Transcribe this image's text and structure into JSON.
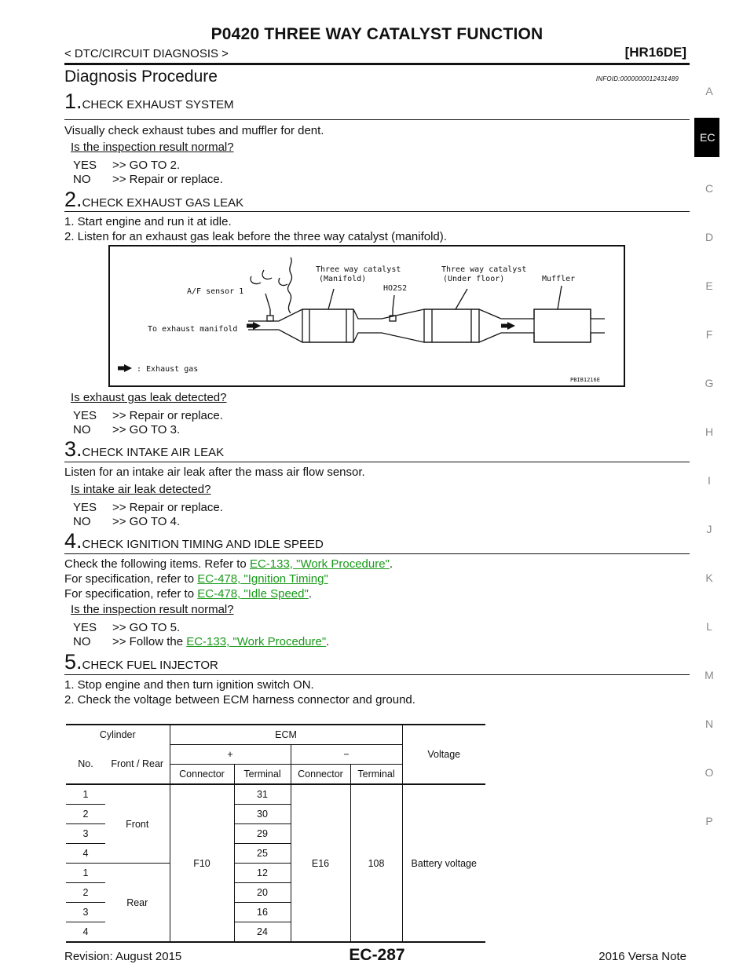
{
  "header": {
    "title": "P0420 THREE WAY CATALYST FUNCTION",
    "breadcrumb": "< DTC/CIRCUIT DIAGNOSIS >",
    "model": "[HR16DE]"
  },
  "section": {
    "title": "Diagnosis Procedure",
    "infoid": "INFOID:0000000012431489"
  },
  "side_index": {
    "letters": [
      "A",
      "C",
      "D",
      "E",
      "F",
      "G",
      "H",
      "I",
      "J",
      "K",
      "L",
      "M",
      "N",
      "O",
      "P"
    ],
    "active": "EC"
  },
  "steps": [
    {
      "num": "1.",
      "title": "CHECK EXHAUST SYSTEM",
      "lines": [
        "Visually check exhaust tubes and muffler for dent."
      ],
      "question": "Is the inspection result normal?",
      "yes_key": "YES",
      "yes": ">> GO TO 2.",
      "no_key": "NO",
      "no": ">> Repair or replace."
    },
    {
      "num": "2.",
      "title": "CHECK EXHAUST GAS LEAK",
      "lines": [
        "1.   Start engine and run it at idle.",
        "2.   Listen for an exhaust gas leak before the three way catalyst (manifold)."
      ],
      "question": "Is exhaust gas leak detected?",
      "yes_key": "YES",
      "yes": ">> Repair or replace.",
      "no_key": "NO",
      "no": ">> GO TO 3."
    },
    {
      "num": "3.",
      "title": "CHECK INTAKE AIR LEAK",
      "lines": [
        "Listen for an intake air leak after the mass air flow sensor."
      ],
      "question": "Is intake air leak detected?",
      "yes_key": "YES",
      "yes": ">> Repair or replace.",
      "no_key": "NO",
      "no": ">> GO TO 4."
    },
    {
      "num": "4.",
      "title": "CHECK IGNITION TIMING AND IDLE SPEED",
      "line1_pre": "Check the following items. Refer to ",
      "line1_link": "EC-133, \"Work Procedure\"",
      "line1_post": ".",
      "line2_pre": "For specification, refer to ",
      "line2_link": "EC-478, \"Ignition Timing\"",
      "line3_pre": "For specification, refer to ",
      "line3_link": "EC-478, \"Idle Speed\"",
      "line3_post": ".",
      "question": "Is the inspection result normal?",
      "yes_key": "YES",
      "yes": ">> GO TO 5.",
      "no_key": "NO",
      "no_pre": ">> Follow the ",
      "no_link": "EC-133, \"Work Procedure\"",
      "no_post": "."
    },
    {
      "num": "5.",
      "title": "CHECK FUEL INJECTOR",
      "lines": [
        "1.   Stop engine and then turn ignition switch ON.",
        "2.   Check the voltage between ECM harness connector and ground."
      ]
    }
  ],
  "diagram": {
    "labels": {
      "three_way_manifold_1": "Three way catalyst",
      "three_way_manifold_2": "(Manifold)",
      "three_way_under_1": "Three way catalyst",
      "three_way_under_2": "(Under floor)",
      "muffler": "Muffler",
      "af_sensor": "A/F sensor 1",
      "ho2s2": "HO2S2",
      "to_manifold": "To exhaust manifold",
      "legend": ": Exhaust gas",
      "code": "PBIB1216E"
    }
  },
  "table": {
    "h_cylinder": "Cylinder",
    "h_ecm": "ECM",
    "h_voltage": "Voltage",
    "h_no": "No.",
    "h_front_rear": "Front / Rear",
    "h_plus": "+",
    "h_minus": "−",
    "h_connector": "Connector",
    "h_terminal": "Terminal",
    "front": "Front",
    "rear": "Rear",
    "plus_connector": "F10",
    "minus_connector": "E16",
    "minus_terminal": "108",
    "voltage": "Battery voltage",
    "rows": [
      {
        "no": "1",
        "terminal": "31"
      },
      {
        "no": "2",
        "terminal": "30"
      },
      {
        "no": "3",
        "terminal": "29"
      },
      {
        "no": "4",
        "terminal": "25"
      },
      {
        "no": "1",
        "terminal": "12"
      },
      {
        "no": "2",
        "terminal": "20"
      },
      {
        "no": "3",
        "terminal": "16"
      },
      {
        "no": "4",
        "terminal": "24"
      }
    ]
  },
  "footer": {
    "revision": "Revision: August 2015",
    "page": "EC-287",
    "model": "2016 Versa Note"
  }
}
